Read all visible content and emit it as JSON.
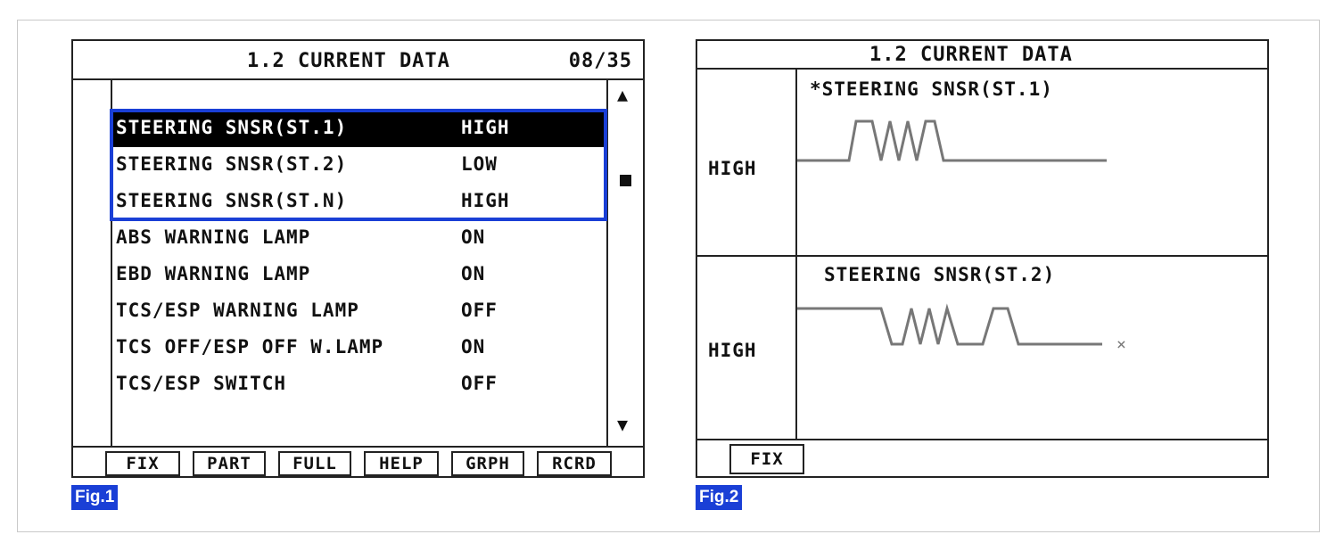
{
  "colors": {
    "accent_blue": "#1a3fd6",
    "selected_bg": "#000000",
    "trace": "#777777"
  },
  "fig1": {
    "title": "1.2 CURRENT DATA",
    "page": "08/35",
    "scroll_up_icon": "triangle-up-icon",
    "scroll_down_icon": "triangle-down-icon",
    "scroll_up_glyph": "▲",
    "scroll_down_glyph": "▼",
    "rows": [
      {
        "name": "STEERING SNSR(ST.1)",
        "value": "HIGH",
        "selected": true
      },
      {
        "name": "STEERING SNSR(ST.2)",
        "value": "LOW",
        "selected": false
      },
      {
        "name": "STEERING SNSR(ST.N)",
        "value": "HIGH",
        "selected": false
      },
      {
        "name": "ABS WARNING LAMP",
        "value": "ON",
        "selected": false
      },
      {
        "name": "EBD WARNING LAMP",
        "value": "ON",
        "selected": false
      },
      {
        "name": "TCS/ESP WARNING LAMP",
        "value": "OFF",
        "selected": false
      },
      {
        "name": "TCS OFF/ESP OFF W.LAMP",
        "value": "ON",
        "selected": false
      },
      {
        "name": "TCS/ESP SWITCH",
        "value": "OFF",
        "selected": false
      }
    ],
    "buttons": [
      "FIX",
      "PART",
      "FULL",
      "HELP",
      "GRPH",
      "RCRD"
    ],
    "label": "Fig.1"
  },
  "fig2": {
    "title": "1.2 CURRENT DATA",
    "traces": [
      {
        "name": "*STEERING SNSR(ST.1)",
        "level": "HIGH"
      },
      {
        "name": "STEERING SNSR(ST.2)",
        "level": "HIGH",
        "end_marker": "×"
      }
    ],
    "fix_label": "FIX",
    "label": "Fig.2"
  }
}
